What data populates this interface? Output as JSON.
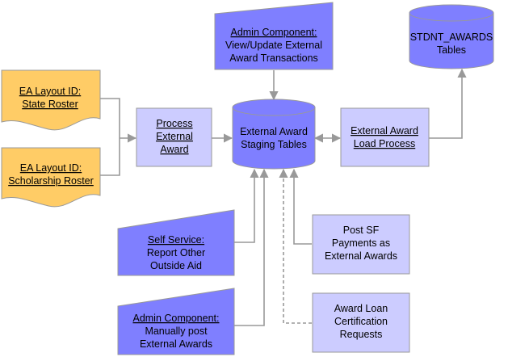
{
  "nodes": {
    "ea_state": {
      "title": "EA Layout ID:",
      "sub": "State Roster"
    },
    "ea_scholar": {
      "title": "EA Layout ID:",
      "sub": "Scholarship Roster"
    },
    "process_ext": {
      "lines": [
        "Process",
        "External",
        "Award"
      ]
    },
    "admin_view": {
      "title": "Admin Component:",
      "lines": [
        "View/Update External",
        "Award Transactions"
      ]
    },
    "staging": {
      "lines": [
        "External Award",
        "Staging Tables"
      ]
    },
    "load_process": {
      "lines": [
        "External Award",
        "Load Process"
      ]
    },
    "stdnt_tables": {
      "lines": [
        "STDNT_AWARDS",
        "Tables"
      ]
    },
    "self_service": {
      "title": "Self Service:",
      "lines": [
        "Report Other",
        "Outside Aid"
      ]
    },
    "post_sf": {
      "lines": [
        "Post SF",
        "Payments as",
        "External Awards"
      ]
    },
    "admin_manual": {
      "title": "Admin Component:",
      "lines": [
        "Manually post",
        "External Awards"
      ]
    },
    "award_loan": {
      "lines": [
        "Award Loan",
        "Certification",
        "Requests"
      ]
    }
  },
  "colors": {
    "document_fill": "#ffcc66",
    "process_fill": "#ccccff",
    "manual_fill": "#7f7fff",
    "connector": "#999999"
  }
}
